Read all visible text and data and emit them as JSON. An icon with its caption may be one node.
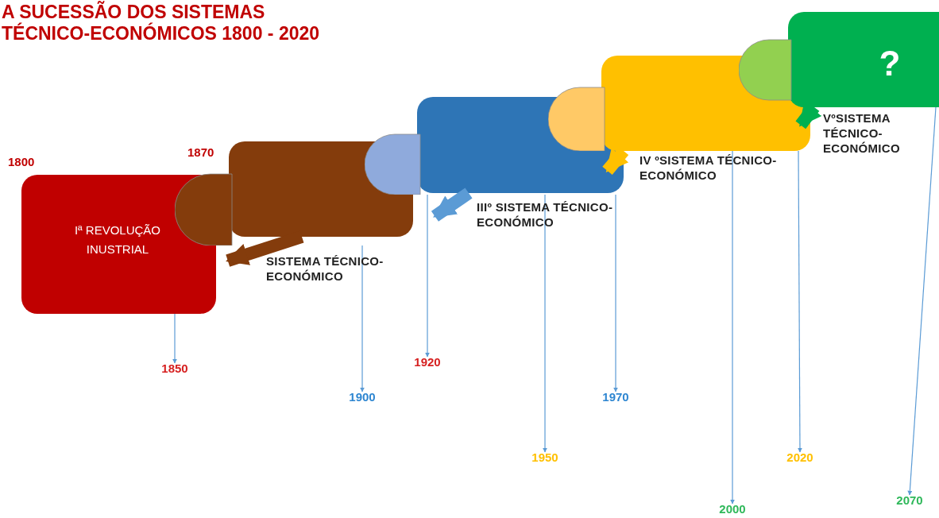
{
  "diagram": {
    "title": "A SUCESSÃO DOS SISTEMAS TÉCNICO-ECONÓMICOS 1800 - 2020",
    "nodes": [
      {
        "text": [
          "Iª REVOLUÇÃO INUSTRIAL"
        ]
      },
      {
        "text": [],
        "shape": "box",
        "beside": [
          "SISTEMA TÉCNICO-ECONÓMICO"
        ]
      },
      {
        "text": [],
        "shape": "box",
        "beside": [
          "IIIº SISTEMA TÉCNICO-ECONÓMICO"
        ]
      },
      {
        "text": [],
        "shape": "box",
        "beside": [
          "IV ºSISTEMA TÉCNICO-ECONÓMICO"
        ]
      },
      {
        "text": [
          "?"
        ],
        "beside": [
          "VºSISTEMA TÉCNICO-ECONÓMICO"
        ]
      },
      {
        "text": [
          "1850"
        ]
      },
      {
        "text": [
          "1900"
        ]
      },
      {
        "text": [
          "1920"
        ]
      },
      {
        "text": [
          "1950"
        ]
      },
      {
        "text": [
          "1970"
        ]
      },
      {
        "text": [
          "2000"
        ]
      },
      {
        "text": [
          "2020"
        ]
      },
      {
        "text": [
          "2070"
        ]
      }
    ],
    "edges": [
      {
        "from": 1,
        "to": 0,
        "arrow": "to",
        "style": "thick",
        "color": "#843c0c"
      },
      {
        "from": 2,
        "to": 1,
        "arrow": "to",
        "style": "thick",
        "color": "#5b9bd5"
      },
      {
        "from": 3,
        "to": 2,
        "arrow": "to",
        "style": "thick",
        "color": "#ffc000"
      },
      {
        "from": 4,
        "to": 3,
        "arrow": "to",
        "style": "thick",
        "color": "#00b050"
      },
      {
        "from": 0,
        "to": 5,
        "arrow": "to"
      },
      {
        "from": 1,
        "to": 6,
        "arrow": "to"
      },
      {
        "from": 2,
        "to": 7,
        "arrow": "to"
      },
      {
        "from": 2,
        "to": 8,
        "arrow": "to"
      },
      {
        "from": 2,
        "to": 9,
        "arrow": "to"
      },
      {
        "from": 3,
        "to": 10,
        "arrow": "to"
      },
      {
        "from": 3,
        "to": 11,
        "arrow": "to"
      },
      {
        "from": 4,
        "to": 12,
        "arrow": "to"
      }
    ],
    "labels": [
      "1800",
      "1870"
    ]
  }
}
